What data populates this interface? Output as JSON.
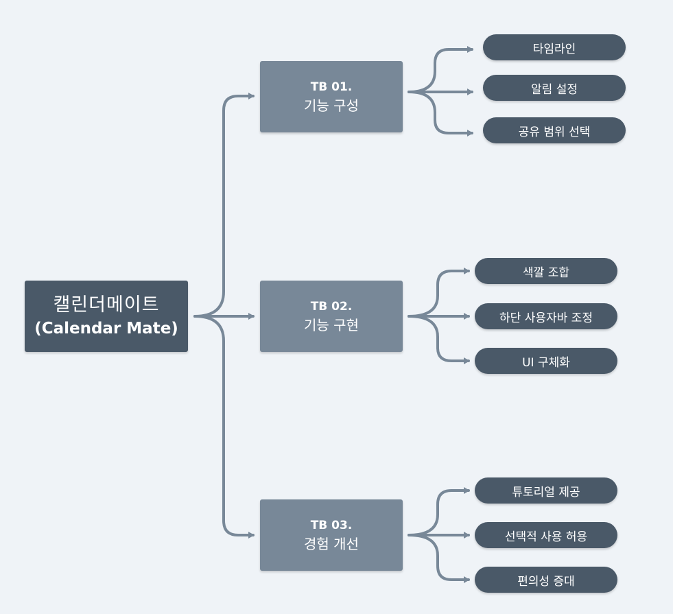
{
  "root": {
    "title_ko": "캘린더메이트",
    "title_en": "(Calendar Mate)"
  },
  "branches": [
    {
      "code": "TB 01.",
      "label": "기능 구성",
      "items": [
        "타임라인",
        "알림 설정",
        "공유 범위 선택"
      ]
    },
    {
      "code": "TB 02.",
      "label": "기능 구현",
      "items": [
        "색깔 조합",
        "하단 사용자바 조정",
        "UI 구체화"
      ]
    },
    {
      "code": "TB 03.",
      "label": "경험 개선",
      "items": [
        "튜토리얼 제공",
        "선택적 사용 허용",
        "편의성 증대"
      ]
    }
  ],
  "colors": {
    "background": "#eff3f7",
    "dark_node": "#4a5968",
    "branch_node": "#788898",
    "connector": "#788898"
  }
}
